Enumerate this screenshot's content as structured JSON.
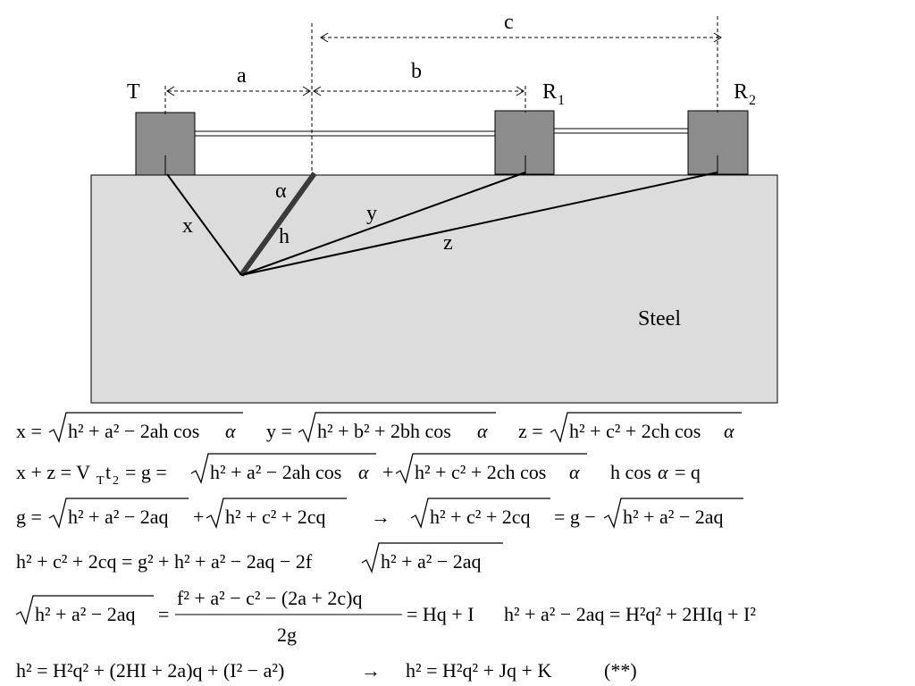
{
  "diagram": {
    "labels": {
      "transmitter": "T",
      "receiver1": "R",
      "receiver1_sub": "1",
      "receiver2": "R",
      "receiver2_sub": "2",
      "dist_a": "a",
      "dist_b": "b",
      "dist_c": "c",
      "path_x": "x",
      "path_y": "y",
      "path_z": "z",
      "angle": "α",
      "crack": "h",
      "material": "Steel"
    }
  },
  "equations": {
    "line1": {
      "x_eq": "x =",
      "x_rad": "h² + a² − 2ah cos",
      "y_eq": "y =",
      "y_rad": "h² + b² + 2bh cos",
      "z_eq": "z =",
      "z_rad": "h² + c² + 2ch cos",
      "alpha": "α"
    },
    "line2": {
      "lhs": "x + z = V",
      "sub_T": "T",
      "t": "t",
      "sub_2": "2",
      "g_eq": "= g =",
      "rad1": "h² + a² − 2ah cos",
      "plus": "+",
      "rad2": "h² + c² + 2ch cos",
      "alpha": "α",
      "hcos": "h cos",
      "eq_q": "= q"
    },
    "line3": {
      "g_eq": "g =",
      "rad1": "h² + a² − 2aq",
      "plus": "+",
      "rad2": "h² + c² + 2cq",
      "arrow": "→",
      "rad3": "h² + c² + 2cq",
      "g_minus": "= g −",
      "rad4": "h² + a² − 2aq"
    },
    "line4": {
      "lhs": "h² + c² + 2cq = g² + h² + a² − 2aq − 2f",
      "rad": "h² + a² − 2aq"
    },
    "line5": {
      "rad": "h² + a² − 2aq",
      "eq": "=",
      "num": "f² + a² − c² − (2a + 2c)q",
      "den": "2g",
      "rhs": "= Hq + I",
      "second": "h² + a² − 2aq = H²q² + 2HIq + I²"
    },
    "line6": {
      "lhs": "h² = H²q² + (2HI + 2a)q + (I² − a²)",
      "arrow": "→",
      "rhs": "h² = H²q² + Jq + K",
      "tag": "(**)"
    }
  }
}
